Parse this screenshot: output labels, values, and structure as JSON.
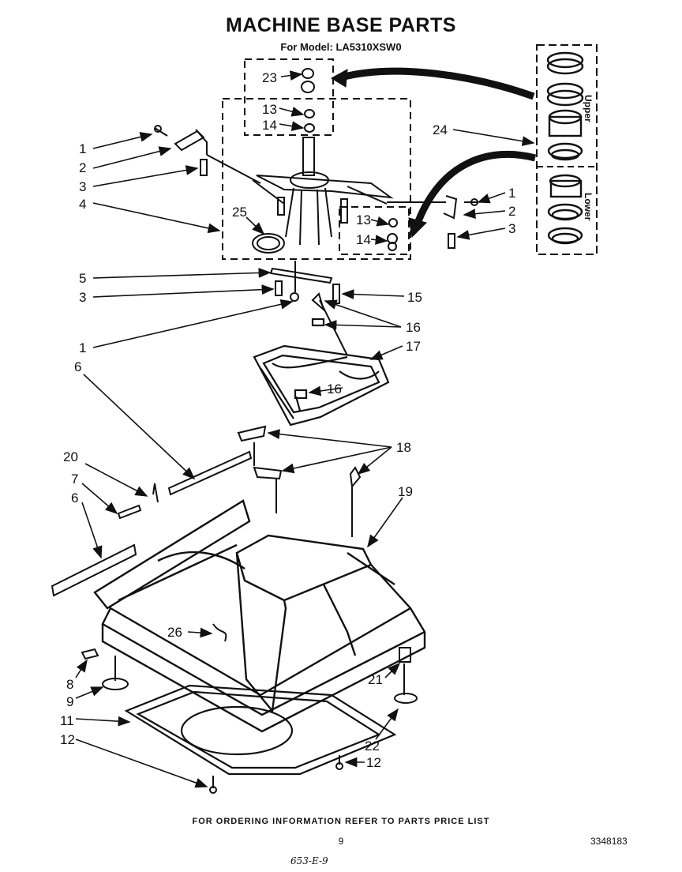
{
  "title": "MACHINE BASE PARTS",
  "subtitle": "For Model: LA5310XSW0",
  "footer": "FOR ORDERING INFORMATION REFER TO PARTS PRICE LIST",
  "page_number": "9",
  "doc_number": "3348183",
  "handwritten_note": "653-E-9",
  "inset": {
    "upper_label": "Upper",
    "lower_label": "Lower"
  },
  "callouts": {
    "c23": "23",
    "c13a": "13",
    "c14a": "14",
    "c1a": "1",
    "c2a": "2",
    "c3a": "3",
    "c4": "4",
    "c25": "25",
    "c24": "24",
    "c1b": "1",
    "c2b": "2",
    "c3b": "3",
    "c13b": "13",
    "c14b": "14",
    "c5": "5",
    "c3c": "3",
    "c15": "15",
    "c1c": "1",
    "c16a": "16",
    "c6a": "6",
    "c17": "17",
    "c16b": "16",
    "c20": "20",
    "c18": "18",
    "c7": "7",
    "c6b": "6",
    "c19": "19",
    "c26": "26",
    "c8": "8",
    "c9": "9",
    "c21": "21",
    "c11": "11",
    "c12a": "12",
    "c22": "22",
    "c12b": "12"
  }
}
